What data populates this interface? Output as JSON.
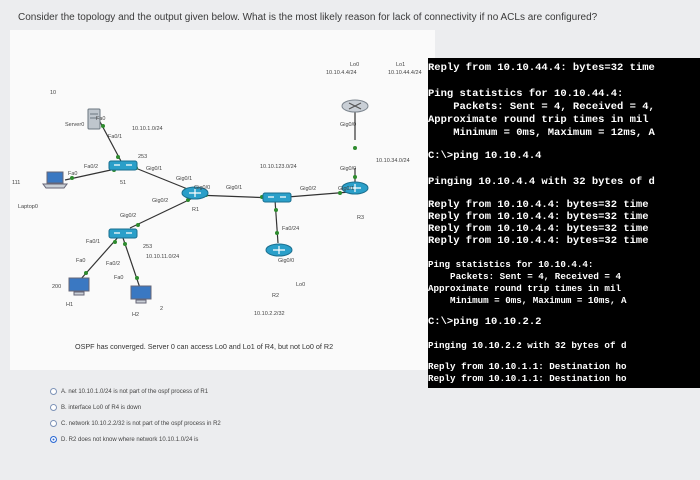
{
  "question": "Consider the topology and the output given below. What is the most likely reason for lack of connectivity if no ACLs are configured?",
  "diagram": {
    "labels": {
      "lo0_r4": "Lo0",
      "lo0_r4_net": "10.10.4.4/24",
      "lo1_r4": "Lo1",
      "lo1_r4_net": "10.10.44.4/24",
      "num10": "10",
      "server0": "Server0",
      "fa0_server": "Fa0",
      "fa0_1_top": "Fa0/1",
      "net_10_10_1": "10.10.1.0/24",
      "num253_top": "253",
      "gig0_1_s1": "Gig0/1",
      "gig0_1_r1": "Gig0/1",
      "fa0_2_top": "Fa0/2",
      "fa0_laptop": "Fa0",
      "num51": "51",
      "num111": "111",
      "laptop0": "Laptop0",
      "gig0_2_s2": "Gig0/2",
      "gig0_2_r1": "Gig0/2",
      "r1": "R1",
      "gig0_0_r1": "Gig0/0",
      "gig0_1_r3": "Gig0/1",
      "net_10_10_123": "10.10.123.0/24",
      "gig0_2_r3": "Gig0/2",
      "gig0_1_r3b": "Gig0/1",
      "gig0_0_r3": "Gig0/0",
      "gig0_0_r4": "Gig0/0",
      "r3": "R3",
      "net_10_10_34": "10.10.34.0/24",
      "fa0_24": "Fa0/24",
      "fa0_1_bottom": "Fa0/1",
      "num253_bottom": "253",
      "net_10_10_11": "10.10.11.0/24",
      "fa0_h1": "Fa0",
      "fa0_2_bottom": "Fa0/2",
      "fa0_h2": "Fa0",
      "num200": "200",
      "h1": "H1",
      "h2": "H2",
      "num2": "2",
      "gig0_0_r2": "Gig0/0",
      "lo0_r2": "Lo0",
      "r2": "R2",
      "net_10_10_2_2": "10.10.2.2/32"
    },
    "caption": "OSPF has converged. Server 0 can access Lo0 and Lo1 of R4, but not Lo0 of R2"
  },
  "console": {
    "lines": [
      "Reply from 10.10.44.4: bytes=32 time",
      "",
      "Ping statistics for 10.10.44.4:",
      "    Packets: Sent = 4, Received = 4,",
      "Approximate round trip times in mil",
      "    Minimum = 0ms, Maximum = 12ms, A",
      "",
      "C:\\>ping 10.10.4.4",
      "",
      "Pinging 10.10.4.4 with 32 bytes of d",
      "",
      "Reply from 10.10.4.4: bytes=32 time",
      "Reply from 10.10.4.4: bytes=32 time",
      "Reply from 10.10.4.4: bytes=32 time",
      "Reply from 10.10.4.4: bytes=32 time",
      "",
      "Ping statistics for 10.10.4.4:",
      "    Packets: Sent = 4, Received = 4",
      "Approximate round trip times in mil",
      "    Minimum = 0ms, Maximum = 10ms, A",
      "",
      "C:\\>ping 10.10.2.2",
      "",
      "Pinging 10.10.2.2 with 32 bytes of d",
      "",
      "Reply from 10.10.1.1: Destination ho",
      "Reply from 10.10.1.1: Destination ho"
    ]
  },
  "options": [
    {
      "text": "A. net 10.10.1.0/24 is not part of the ospf process of R1",
      "selected": false
    },
    {
      "text": "B. interface Lo0 of R4 is down",
      "selected": false
    },
    {
      "text": "C. network 10.10.2.2/32 is not part of the ospf process in R2",
      "selected": false
    },
    {
      "text": "D. R2 does not know where network 10.10.1.0/24 is",
      "selected": true
    }
  ],
  "colors": {
    "router": "#2a9fc9",
    "switch": "#2a9fc9",
    "link": "#333333",
    "console_bg": "#000000",
    "radio_selected": "#2e6bd4"
  }
}
